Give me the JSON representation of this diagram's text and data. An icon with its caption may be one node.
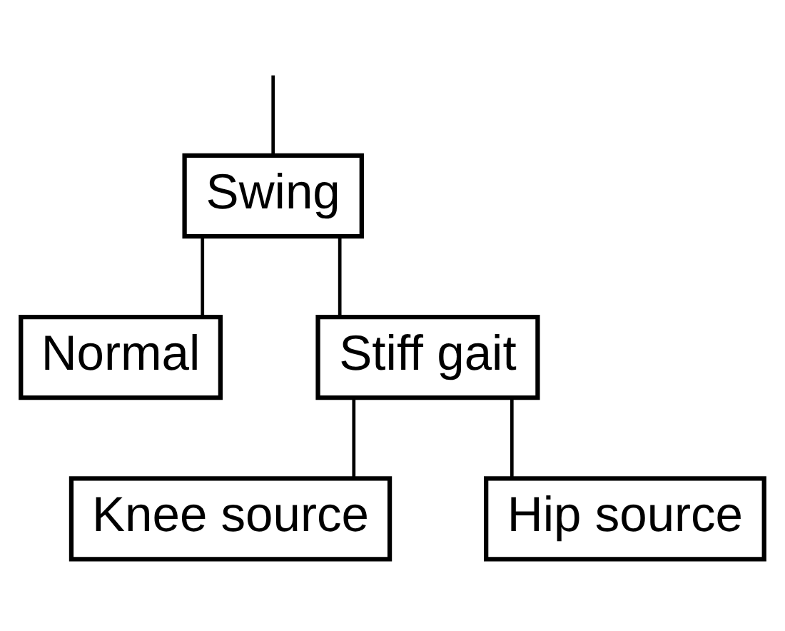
{
  "diagram": {
    "nodes": [
      {
        "text": [
          "Swing"
        ]
      },
      {
        "text": [
          "Normal"
        ]
      },
      {
        "text": [
          "Stiff gait"
        ]
      },
      {
        "text": [
          "Knee source"
        ]
      },
      {
        "text": [
          "Hip source"
        ]
      }
    ],
    "edges": [
      {
        "from": null,
        "to": 0,
        "arrow": "none"
      },
      {
        "from": 0,
        "to": 1,
        "arrow": "none"
      },
      {
        "from": 0,
        "to": 2,
        "arrow": "none"
      },
      {
        "from": 2,
        "to": 3,
        "arrow": "none"
      },
      {
        "from": 2,
        "to": 4,
        "arrow": "none"
      }
    ]
  }
}
